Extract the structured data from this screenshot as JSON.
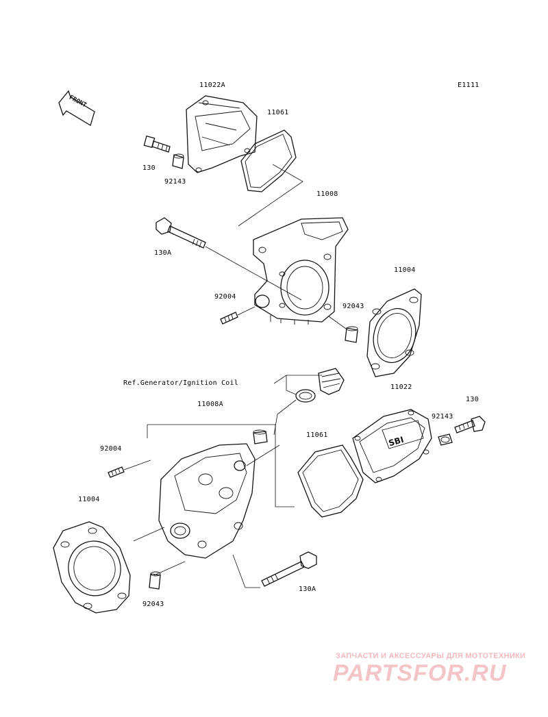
{
  "diagram_code": "E1111",
  "front_arrow": {
    "text": "FRONT"
  },
  "labels": {
    "cover_top": "11022A",
    "gasket_top": "11061",
    "bolt_130_top": "130",
    "collar_92143_top": "92143",
    "head_top": "11008",
    "stud_bolt_130a_top": "130A",
    "stud_92004_top": "92004",
    "gasket_11004_right": "11004",
    "dowel_92043_right": "92043",
    "ref_generator": "Ref.Generator/Ignition Coil",
    "head_bottom": "11008A",
    "cover_right": "11022",
    "bolt_130_right": "130",
    "collar_92143_right": "92143",
    "gasket_11061_mid": "11061",
    "stud_92004_left": "92004",
    "gasket_11004_left": "11004",
    "stud_bolt_130a_bottom": "130A",
    "dowel_92043_bottom": "92043"
  },
  "watermark": {
    "caption": "ЗАПЧАСТИ И АКСЕССУАРЫ ДЛЯ МОТОТЕХНИКИ",
    "logo": "PARTSFOR.RU"
  }
}
